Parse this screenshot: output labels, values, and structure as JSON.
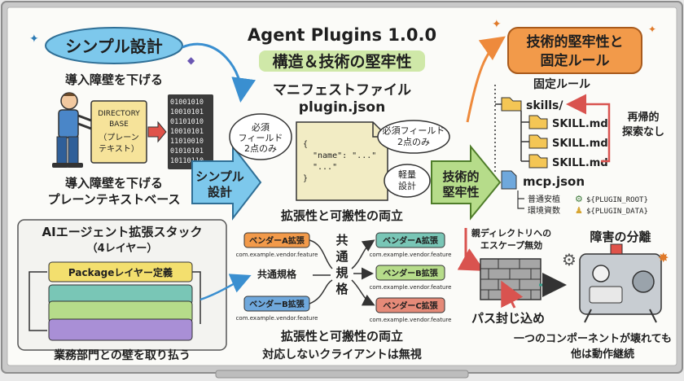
{
  "title": {
    "line1": "Agent Plugins 1.0.0",
    "line2": "構造＆技術の堅牢性"
  },
  "left": {
    "heading": "シンプル設計",
    "lower_barrier": "導入障壁を下げる",
    "box_lines": [
      "DIRECTORY",
      "BASE",
      "（プレーン",
      "テキスト）"
    ],
    "binary_lines": [
      "01001010",
      "10010101",
      "01101010",
      "10010101",
      "11010010",
      "01010101",
      "10110110"
    ],
    "caption_lines": [
      "導入障壁を下げる",
      "プレーンテキストベース"
    ]
  },
  "stack": {
    "title_lines": [
      "AIエージェント拡張スタック",
      "（4レイヤー）"
    ],
    "layer1": "Packageレイヤー定義",
    "footer": "業務部門との壁を取り払う"
  },
  "arrow_simple": [
    "シンプル",
    "設計"
  ],
  "arrow_robust": [
    "技術的",
    "堅牢性"
  ],
  "manifest": {
    "title_lines": [
      "マニフェストファイル",
      "plugin.json"
    ],
    "bubble_left": [
      "必須",
      "フィールド",
      "2点のみ"
    ],
    "bubble_right": [
      "必須フィールド",
      "2点のみ"
    ],
    "bubble_light": [
      "軽量",
      "設計"
    ],
    "code_lines": [
      "{",
      "\"name\": \"...\"",
      "\"...\"",
      "}"
    ],
    "subtitle": "拡張性と可搬性の両立"
  },
  "spec": {
    "vendor_a": "ベンダーA拡張",
    "vendor_b": "ベンダーB拡張",
    "vendor_c": "ベンダーC拡張",
    "feature": "com.example.vendor.feature",
    "common_label": "共通規格",
    "common_vertical": "共通規格",
    "caption_lines": [
      "拡張性と可搬性の両立",
      "対応しないクライアントは無視"
    ]
  },
  "right": {
    "heading_lines": [
      "技術的堅牢性と",
      "固定ルール"
    ],
    "fixed_rule": "固定ルール",
    "tree": [
      "skills/",
      "SKILL.md",
      "SKILL.md",
      "SKILL.md",
      "mcp.json"
    ],
    "no_recursion": [
      "再帰的",
      "探索なし"
    ],
    "env_labels": [
      "普通安植",
      "環境資数"
    ],
    "env_vars": [
      "${PLUGIN_ROOT}",
      "${PLUGIN_DATA}"
    ],
    "escape_lines": [
      "親ディレクトリへの",
      "エスケープ無効"
    ],
    "path_seal": "パス封じ込め",
    "fault_title": "障害の分離",
    "fault_caption": [
      "一つのコンポーネントが壊れても",
      "他は動作継続"
    ]
  },
  "colors": {
    "blue": "#7dc8ec",
    "green": "#b6dc8a",
    "yellow": "#f3df6e",
    "orange": "#f29a4a",
    "purple": "#a98fd6",
    "teal": "#79c6b6",
    "red": "#e58a78"
  }
}
